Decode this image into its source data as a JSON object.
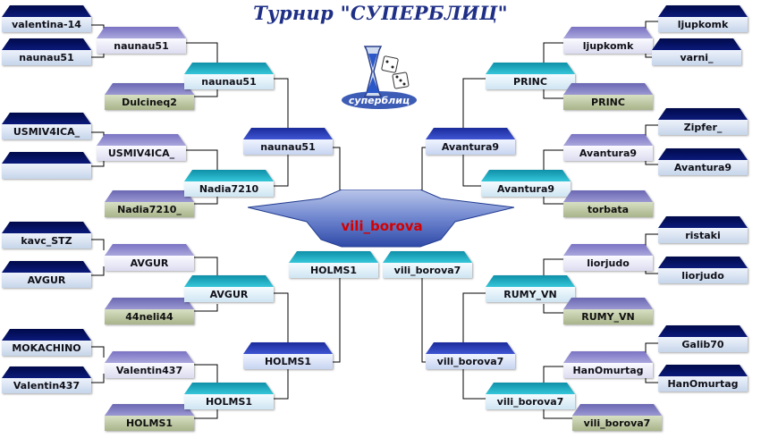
{
  "title": "Турнир \"СУПЕРБЛИЦ\"",
  "logo_icon": "hourglass-dice-logo-icon",
  "logo_text": "суперблиц",
  "winner": "vili_borova",
  "left": {
    "r1": [
      "valentina-14",
      "naunau51",
      "USMIV4ICA_",
      "",
      "kavc_STZ",
      "AVGUR",
      "MOKACHINO",
      "Valentin437"
    ],
    "r1_byes": [
      "Dulcineq2",
      "Nadia7210_",
      "44neli44",
      "HOLMS1"
    ],
    "r2": [
      "naunau51",
      "USMIV4ICA_",
      "AVGUR",
      "Valentin437"
    ],
    "r3": [
      "naunau51",
      "Nadia7210",
      "AVGUR",
      "HOLMS1"
    ],
    "r4": [
      "naunau51",
      "HOLMS1"
    ],
    "final": "HOLMS1"
  },
  "right": {
    "r1": [
      "ljupkomk",
      "varni_",
      "Zipfer_",
      "Avantura9",
      "ristaki",
      "liorjudo",
      "Galib70",
      "HanOmurtag"
    ],
    "r1_byes": [
      "PRINC",
      "torbata",
      "RUMY_VN",
      "vili_borova7"
    ],
    "r2": [
      "ljupkomk",
      "Avantura9",
      "liorjudo",
      "HanOmurtag"
    ],
    "r3": [
      "PRINC",
      "Avantura9",
      "RUMY_VN",
      "vili_borova7"
    ],
    "r4": [
      "Avantura9",
      "vili_borova7"
    ],
    "final": "vili_borova7"
  }
}
